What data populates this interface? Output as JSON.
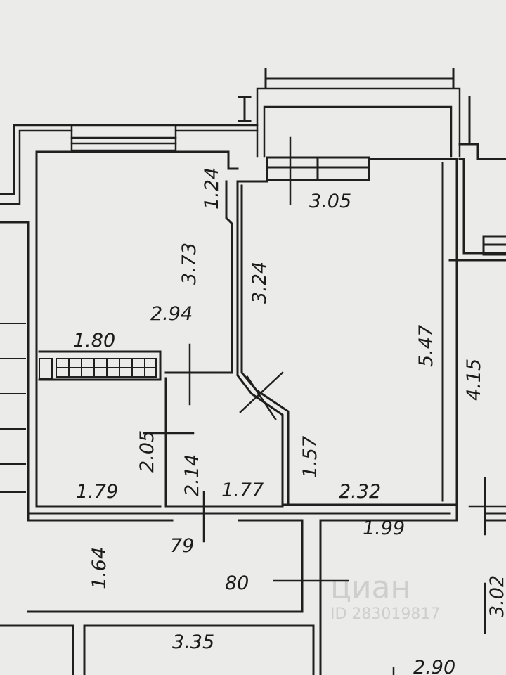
{
  "dimensions": {
    "balcony_width": "3.05",
    "left_room_top_depth": "1.24",
    "left_room_height": "3.73",
    "left_room_width": "2.94",
    "right_room_upper": "3.24",
    "right_room_height": "5.47",
    "right_side_height": "4.15",
    "storage_width": "1.80",
    "bath_height": "2.05",
    "bath_width": "1.79",
    "toilet_height": "2.14",
    "toilet_width": "1.77",
    "corridor_depth": "1.57",
    "kitchen_width": "2.32",
    "lower_width": "1.99",
    "door_79": "79",
    "hall_height": "1.64",
    "door_80": "80",
    "bottom_room_width": "3.35",
    "bottom_right_width": "2.90",
    "right_edge_height": "3.02"
  },
  "watermark": {
    "brand": "циан",
    "id_text": "ID 283019817"
  }
}
